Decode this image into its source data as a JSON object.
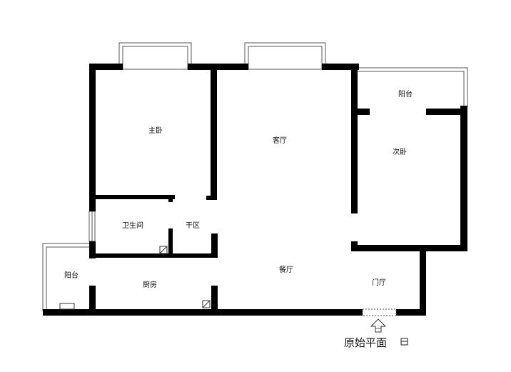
{
  "title": "原始平面",
  "rooms": {
    "master_bedroom": "主卧",
    "living_room": "客厅",
    "balcony_top": "阳台",
    "second_bedroom": "次卧",
    "bathroom": "卫生间",
    "dry_area": "干区",
    "balcony_left": "阳台",
    "kitchen": "厨房",
    "dining_room": "餐厅",
    "entrance_hall": "门厅"
  }
}
